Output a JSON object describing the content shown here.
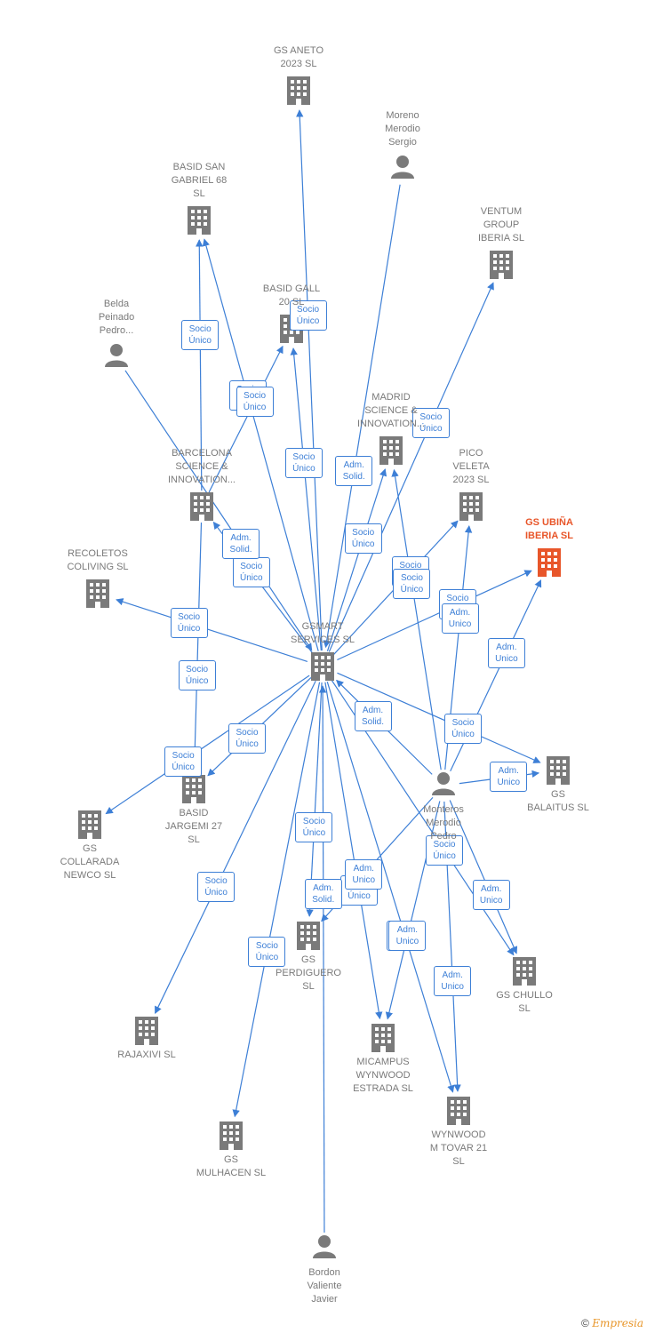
{
  "colors": {
    "edge": "#3d7fd6",
    "node": "#7a7a7a",
    "highlight": "#e8562a"
  },
  "footer": {
    "copyright": "©",
    "brand": "Empresia"
  },
  "nodes": [
    {
      "id": "gsmart",
      "label": "GSMART\nSERVICES  SL",
      "type": "company"
    },
    {
      "id": "aneto",
      "label": "GS ANETO\n2023  SL",
      "type": "company"
    },
    {
      "id": "moreno",
      "label": "Moreno\nMerodio\nSergio",
      "type": "person"
    },
    {
      "id": "bsg68",
      "label": "BASID SAN\nGABRIEL 68\nSL",
      "type": "company"
    },
    {
      "id": "ventum",
      "label": "VENTUM\nGROUP\nIBERIA  SL",
      "type": "company"
    },
    {
      "id": "belda",
      "label": "Belda\nPeinado\nPedro...",
      "type": "person"
    },
    {
      "id": "bgall",
      "label": "BASID GALL\n20  SL",
      "type": "company"
    },
    {
      "id": "madrid",
      "label": "MADRID\nSCIENCE &\nINNOVATION...",
      "type": "company"
    },
    {
      "id": "barcelona",
      "label": "BARCELONA\nSCIENCE &\nINNOVATION...",
      "type": "company"
    },
    {
      "id": "pico",
      "label": "PICO\nVELETA\n2023  SL",
      "type": "company"
    },
    {
      "id": "ubina",
      "label": "GS UBIÑA\nIBERIA  SL",
      "type": "company",
      "highlight": true
    },
    {
      "id": "recoletos",
      "label": "RECOLETOS\nCOLIVING  SL",
      "type": "company"
    },
    {
      "id": "jargemi",
      "label": "BASID\nJARGEMI 27\nSL",
      "type": "company"
    },
    {
      "id": "collarada",
      "label": "GS\nCOLLARADA\nNEWCO  SL",
      "type": "company"
    },
    {
      "id": "pedro",
      "label": "Monteros\nMerodio\nPedro",
      "type": "person"
    },
    {
      "id": "balaitus",
      "label": "GS\nBALAITUS  SL",
      "type": "company"
    },
    {
      "id": "perdiguero",
      "label": "GS\nPERDIGUERO\nSL",
      "type": "company"
    },
    {
      "id": "chullo",
      "label": "GS CHULLO\nSL",
      "type": "company"
    },
    {
      "id": "rajaxivi",
      "label": "RAJAXIVI  SL",
      "type": "company"
    },
    {
      "id": "micampus",
      "label": "MICAMPUS\nWYNWOOD\nESTRADA  SL",
      "type": "company"
    },
    {
      "id": "tovar",
      "label": "WYNWOOD\nM TOVAR 21\nSL",
      "type": "company"
    },
    {
      "id": "mulhacen",
      "label": "GS\nMULHACEN  SL",
      "type": "company"
    },
    {
      "id": "bordon",
      "label": "Bordon\nValiente\nJavier",
      "type": "person"
    }
  ],
  "edges": [
    {
      "from": "gsmart",
      "to": "aneto",
      "label": "Socio\nÚnico"
    },
    {
      "from": "gsmart",
      "to": "bsg68",
      "label": "Socio\nÚnico"
    },
    {
      "from": "gsmart",
      "to": "bgall",
      "label": "Socio\nÚnico"
    },
    {
      "from": "gsmart",
      "to": "madrid",
      "label": "Socio\nÚnico"
    },
    {
      "from": "gsmart",
      "to": "ventum",
      "label": "Socio\nÚnico"
    },
    {
      "from": "gsmart",
      "to": "pico",
      "label": "Socio\nÚnico"
    },
    {
      "from": "gsmart",
      "to": "ubina",
      "label": "Socio\nÚnico"
    },
    {
      "from": "gsmart",
      "to": "recoletos",
      "label": "Socio\nÚnico"
    },
    {
      "from": "gsmart",
      "to": "barcelona",
      "label": "Socio\nÚnico"
    },
    {
      "from": "gsmart",
      "to": "jargemi",
      "label": "Socio\nÚnico"
    },
    {
      "from": "gsmart",
      "to": "collarada",
      "label": "Socio\nÚnico"
    },
    {
      "from": "gsmart",
      "to": "rajaxivi",
      "label": "Socio\nÚnico"
    },
    {
      "from": "gsmart",
      "to": "mulhacen",
      "label": "Socio\nÚnico"
    },
    {
      "from": "gsmart",
      "to": "perdiguero",
      "label": "Socio\nÚnico"
    },
    {
      "from": "gsmart",
      "to": "micampus",
      "label": "Socio\nÚnico"
    },
    {
      "from": "gsmart",
      "to": "chullo",
      "label": "Socio\nÚnico"
    },
    {
      "from": "gsmart",
      "to": "balaitus",
      "label": "Socio\nÚnico"
    },
    {
      "from": "gsmart",
      "to": "tovar",
      "label": "Socio\nÚnico"
    },
    {
      "from": "moreno",
      "to": "gsmart",
      "label": "Adm.\nSolid."
    },
    {
      "from": "belda",
      "to": "gsmart",
      "label": "Adm.\nSolid."
    },
    {
      "from": "bordon",
      "to": "gsmart",
      "label": "Adm.\nSolid."
    },
    {
      "from": "pedro",
      "to": "gsmart",
      "label": "Adm.\nSolid."
    },
    {
      "from": "pedro",
      "to": "ubina",
      "label": "Adm.\nUnico"
    },
    {
      "from": "pedro",
      "to": "pico",
      "label": "Adm.\nUnico"
    },
    {
      "from": "pedro",
      "to": "balaitus",
      "label": "Adm.\nUnico"
    },
    {
      "from": "pedro",
      "to": "chullo",
      "label": "Adm.\nUnico"
    },
    {
      "from": "pedro",
      "to": "tovar",
      "label": "Adm.\nUnico"
    },
    {
      "from": "pedro",
      "to": "micampus",
      "label": "Adm.\nUnico"
    },
    {
      "from": "pedro",
      "to": "perdiguero",
      "label": "Adm.\nUnico"
    },
    {
      "from": "pedro",
      "to": "madrid",
      "label": "Socio\nÚnico"
    },
    {
      "from": "barcelona",
      "to": "bsg68",
      "label": "Socio\nÚnico"
    },
    {
      "from": "barcelona",
      "to": "bgall",
      "label": "Socio\nÚnico"
    },
    {
      "from": "barcelona",
      "to": "jargemi",
      "label": "Socio\nÚnico"
    }
  ]
}
